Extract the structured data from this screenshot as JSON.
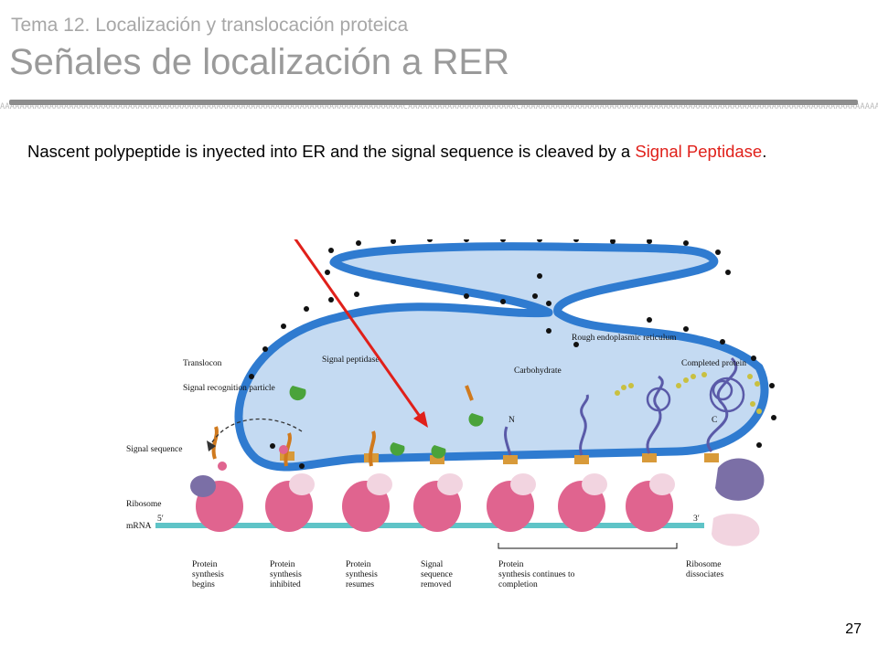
{
  "slide": {
    "subtitle": "Tema 12. Localización y translocación proteica",
    "title": "Señales de localización a RER",
    "page_number": "27"
  },
  "callout": {
    "text_before": "Nascent polypeptide is inyected into ER and the signal sequence is cleaved by a ",
    "highlight": "Signal Peptidase",
    "text_after": "."
  },
  "figure": {
    "labels": {
      "rough_er": "Rough endoplasmic reticulum",
      "translocon": "Translocon",
      "signal_peptidase": "Signal peptidase",
      "srp": "Signal recognition particle",
      "signal_sequence": "Signal sequence",
      "ribosome": "Ribosome",
      "mrna": "mRNA",
      "carbohydrate": "Carbohydrate",
      "completed_protein": "Completed protein",
      "n_terminus": "N",
      "c_terminus": "C",
      "five_prime": "5′",
      "three_prime": "3′"
    },
    "steps": [
      "Protein synthesis begins",
      "Protein synthesis inhibited",
      "Protein synthesis resumes",
      "Signal sequence removed",
      "Protein synthesis continues to completion",
      "Ribosome dissociates"
    ]
  },
  "colors": {
    "highlight": "#e0201a",
    "er_lumen": "#c4daf2",
    "er_membrane": "#2f7bd0",
    "ribosome_large": "#e0648f",
    "ribosome_small": "#7b6fa6",
    "mrna": "#5fc4c7",
    "arrow": "#e0201a"
  }
}
